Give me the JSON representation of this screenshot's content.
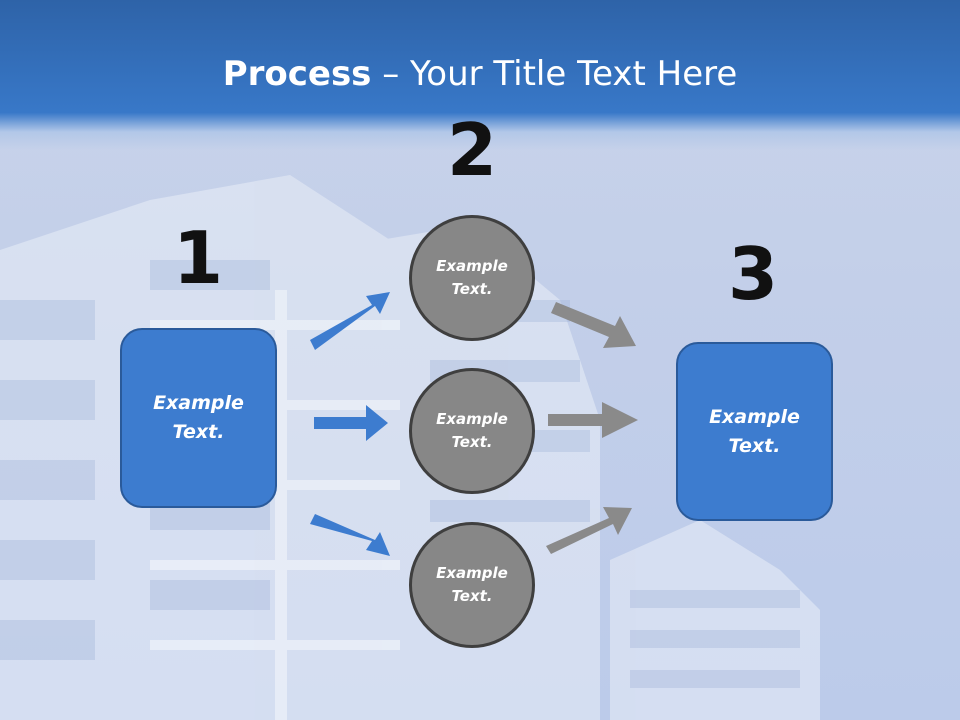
{
  "title": {
    "bold": "Process",
    "rest": " – Your Title Text Here"
  },
  "steps": {
    "one": "1",
    "two": "2",
    "three": "3"
  },
  "boxes": {
    "left": {
      "line1": "Example",
      "line2": "Text."
    },
    "right": {
      "line1": "Example",
      "line2": "Text."
    }
  },
  "circles": [
    {
      "line1": "Example",
      "line2": "Text."
    },
    {
      "line1": "Example",
      "line2": "Text."
    },
    {
      "line1": "Example",
      "line2": "Text."
    }
  ],
  "colors": {
    "header": "#3878c8",
    "box_fill": "#3d7ccf",
    "circle_fill": "#878787",
    "blue_arrow": "#3d7ccf",
    "gray_arrow": "#8a8a8a"
  }
}
